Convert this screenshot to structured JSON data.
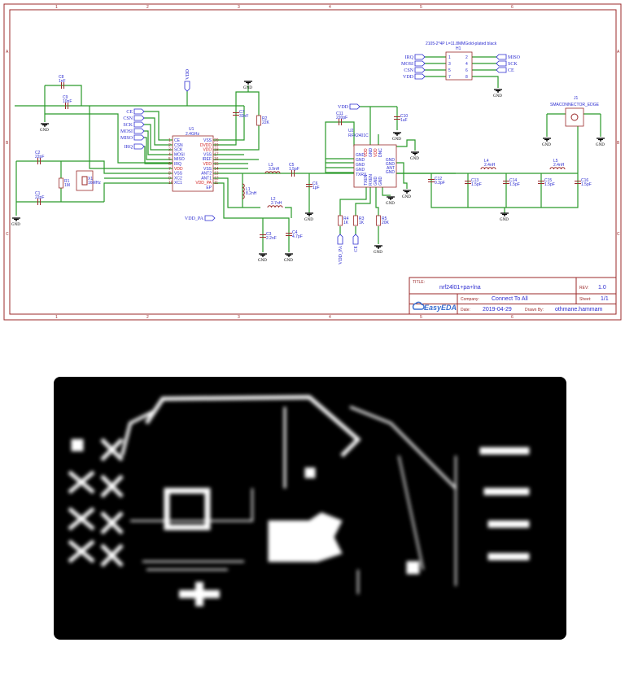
{
  "sheet": {
    "border_columns": [
      "1",
      "2",
      "3",
      "4",
      "5",
      "6"
    ],
    "border_rows": [
      "A",
      "B",
      "C"
    ]
  },
  "title_block": {
    "title_label": "TITLE:",
    "title": "nrf24l01+pa+lna",
    "rev_label": "REV:",
    "rev": "1.0",
    "company_label": "Company:",
    "company": "Connect To All",
    "sheet_label": "Sheet:",
    "sheet": "1/1",
    "date_label": "Date:",
    "date": "2019-04-29",
    "drawn_label": "Drawn By:",
    "drawn_by": "othmane.hammam",
    "logo": "EasyEDA"
  },
  "u1": {
    "ref": "U1",
    "value": "2.4GHz",
    "left_pins": [
      [
        "1",
        "CE"
      ],
      [
        "2",
        "CSN"
      ],
      [
        "3",
        "SCK"
      ],
      [
        "4",
        "MOSI"
      ],
      [
        "5",
        "MISO"
      ],
      [
        "6",
        "IRQ"
      ],
      [
        "7",
        "VDD"
      ],
      [
        "8",
        "VSS"
      ],
      [
        "9",
        "XC2"
      ],
      [
        "10",
        "XC1"
      ]
    ],
    "right_pins": [
      [
        "20",
        "VSS"
      ],
      [
        "19",
        "DVDD"
      ],
      [
        "18",
        "VDD"
      ],
      [
        "17",
        "VSS"
      ],
      [
        "16",
        "IREF"
      ],
      [
        "15",
        "VDD"
      ],
      [
        "14",
        "VSS"
      ],
      [
        "13",
        "ANT2"
      ],
      [
        "12",
        "ANT1"
      ],
      [
        "11",
        "VDD_PA"
      ],
      [
        "",
        "EP"
      ]
    ]
  },
  "u2": {
    "ref": "U2",
    "value": "RFX2401C",
    "left_pins": [
      "GND",
      "GND",
      "GND",
      "GND",
      "TXRX"
    ],
    "right_pins": [
      "GND",
      "GND",
      "ANT",
      "GND"
    ],
    "top_pins": [
      "VDD",
      "GND",
      "VDD",
      "DNC"
    ],
    "bottom_pins": [
      "TXEN",
      "RXEN",
      "GND",
      "GND"
    ]
  },
  "h1": {
    "desc": "2105-2*4P L=11.8MMGold-plated black",
    "ref": "H1",
    "pins_left": [
      "1",
      "3",
      "5",
      "7"
    ],
    "pins_right": [
      "2",
      "4",
      "6",
      "8"
    ]
  },
  "j1": {
    "ref": "J1",
    "value": "SMACONNECTOR_EDGE"
  },
  "components": [
    {
      "ref": "C8",
      "value": "1nF"
    },
    {
      "ref": "C9",
      "value": "10nF"
    },
    {
      "ref": "C2",
      "value": "22pF"
    },
    {
      "ref": "C1",
      "value": "22pF"
    },
    {
      "ref": "R1",
      "value": "1M"
    },
    {
      "ref": "X1",
      "value": "16MHz"
    },
    {
      "ref": "C7",
      "value": "33nF"
    },
    {
      "ref": "R2",
      "value": "22K"
    },
    {
      "ref": "L3",
      "value": "3.9nH"
    },
    {
      "ref": "C5",
      "value": "1.5pF"
    },
    {
      "ref": "C6",
      "value": "1pF"
    },
    {
      "ref": "L1",
      "value": "8.2nH"
    },
    {
      "ref": "L2",
      "value": "2.7nH"
    },
    {
      "ref": "C3",
      "value": "2.2nF"
    },
    {
      "ref": "C4",
      "value": "4.7pF"
    },
    {
      "ref": "C11",
      "value": "220pF"
    },
    {
      "ref": "C10",
      "value": "1uF"
    },
    {
      "ref": "R4",
      "value": "1K"
    },
    {
      "ref": "R3",
      "value": "1K"
    },
    {
      "ref": "R5",
      "value": "20K"
    },
    {
      "ref": "C12",
      "value": "0.3pF"
    },
    {
      "ref": "C13",
      "value": "1.5pF"
    },
    {
      "ref": "L4",
      "value": "2.4nH"
    },
    {
      "ref": "C14",
      "value": "1.5pF"
    },
    {
      "ref": "C15",
      "value": "1.5pF"
    },
    {
      "ref": "L5",
      "value": "2.4nH"
    },
    {
      "ref": "C16",
      "value": "1.5pF"
    }
  ],
  "net_labels": {
    "u1_side": [
      "CE",
      "CSN",
      "SCK",
      "MOSI",
      "MISO",
      "IRQ"
    ],
    "vdd": "VDD",
    "vdd_pa": "VDD_PA",
    "u2_vdd": "VDD",
    "r4_net": "VDD_PA",
    "r3_net": "CE",
    "h1_left": [
      "IRQ",
      "MOSI",
      "CSN",
      "VDD"
    ],
    "h1_right": [
      "MISO",
      "SCK",
      "CE"
    ],
    "gnd": "GND"
  },
  "colors": {
    "wire": "#2a9a2a",
    "frame": "#9b2a2a",
    "text": "#2b2bd0",
    "pin_power": "#d02020",
    "pcb_bg": "#000000"
  }
}
